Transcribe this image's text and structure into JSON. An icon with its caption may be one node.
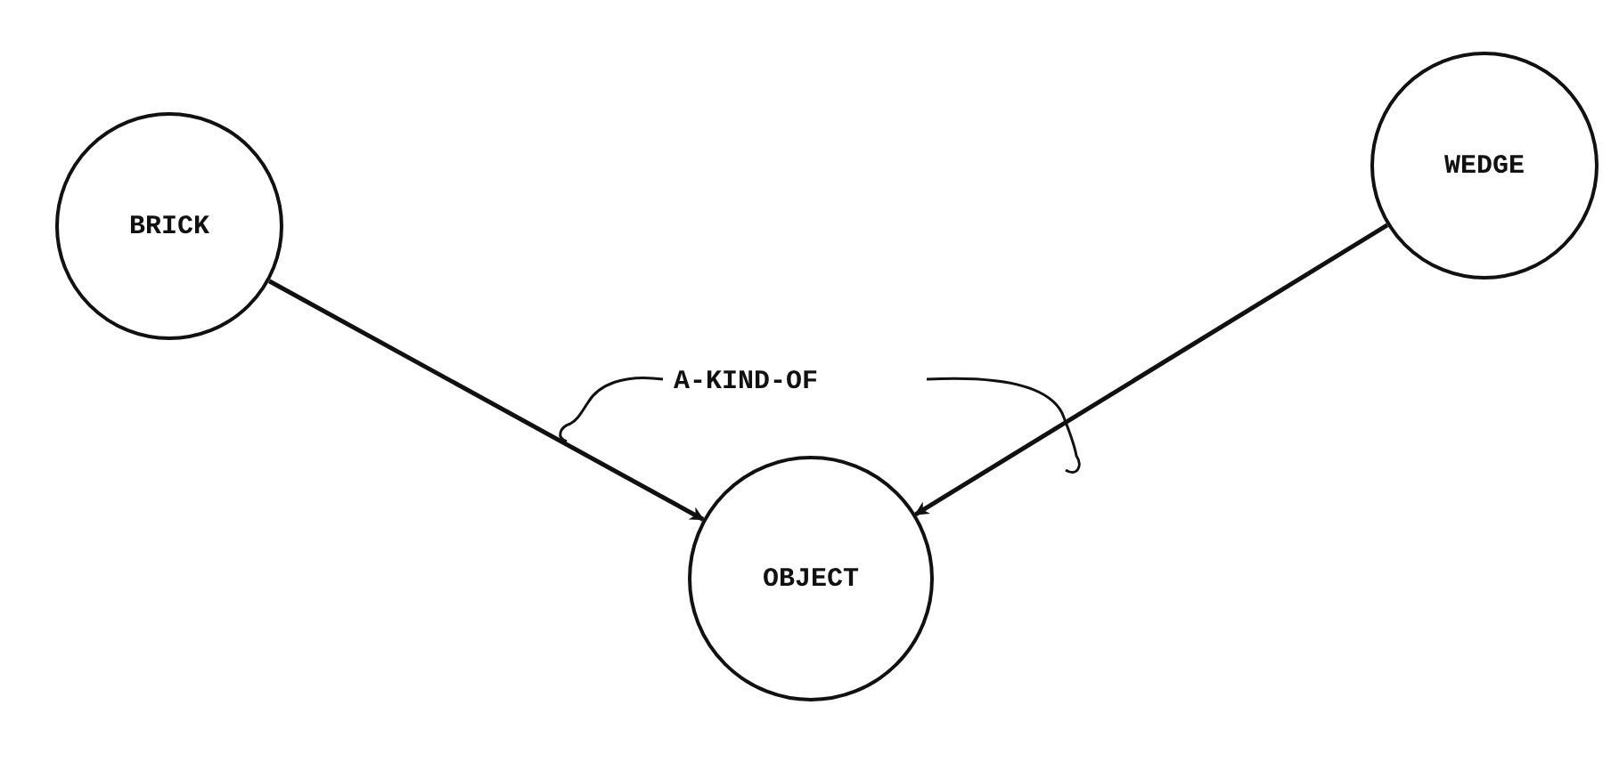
{
  "diagram": {
    "nodes": [
      {
        "text": [
          "BRICK"
        ]
      },
      {
        "text": [
          "WEDGE"
        ]
      },
      {
        "text": [
          "OBJECT"
        ]
      }
    ],
    "edges": [
      {
        "from": 0,
        "to": 2,
        "arrow": "to"
      },
      {
        "from": 1,
        "to": 2,
        "arrow": "to"
      }
    ],
    "labels": [
      "A-KIND-OF"
    ]
  }
}
